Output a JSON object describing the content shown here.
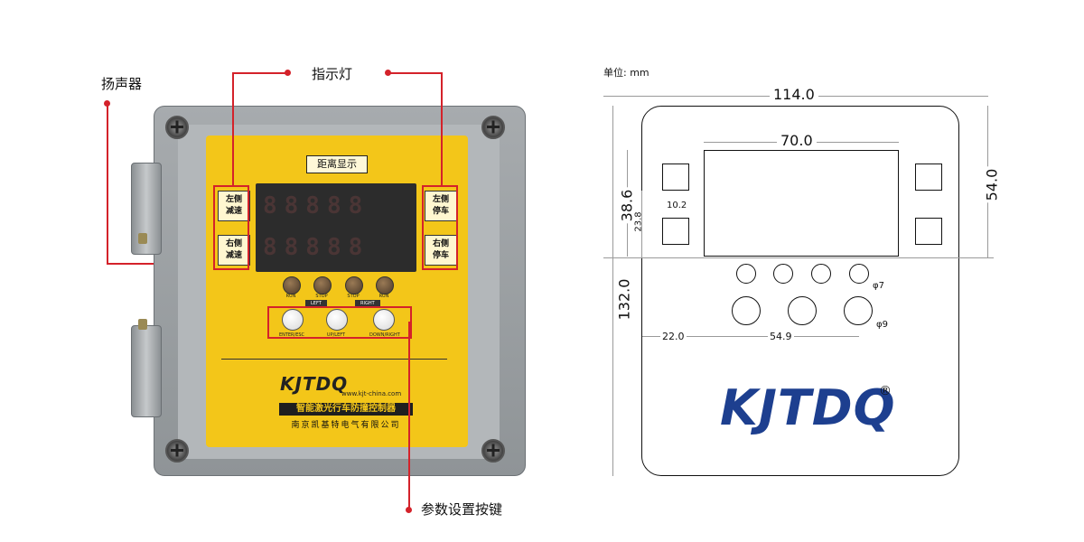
{
  "callouts": {
    "speaker": "扬声器",
    "indicator": "指示灯",
    "keys": "参数设置按键"
  },
  "device": {
    "display_title": "距离显示",
    "digits_row1": "88888",
    "digits_row2": "88888",
    "left_top_btn": "左侧\n减速",
    "left_bottom_btn": "右侧\n减速",
    "right_top_btn": "左侧\n停车",
    "right_bottom_btn": "右侧\n停车",
    "lamp_labels": [
      "RUN",
      "STOP",
      "STOP",
      "RUN"
    ],
    "tag_left": "LEFT",
    "tag_right": "RIGHT",
    "key_labels": [
      "ENTER/ESC",
      "UP/LEFT",
      "DOWN/RIGHT"
    ],
    "brand": "KJTDQ",
    "website": "www.kjt-china.com",
    "product_name": "智能激光行车防撞控制器",
    "company": "南京凯基特电气有限公司"
  },
  "drawing": {
    "unit": "单位: mm",
    "width_total": "114.0",
    "display_width": "70.0",
    "height_total": "132.0",
    "height_right": "54.0",
    "height_left": "38.6",
    "height_small": "23.8",
    "sq_width": "10.2",
    "offset_left": "22.0",
    "span": "54.9",
    "phi_small": "φ7",
    "phi_large": "φ9",
    "brand": "KJTDQ",
    "reg_mark": "®"
  },
  "colors": {
    "accent_red": "#d4222a",
    "panel_yellow": "#f3c619",
    "brand_blue": "#1d3f8f"
  }
}
